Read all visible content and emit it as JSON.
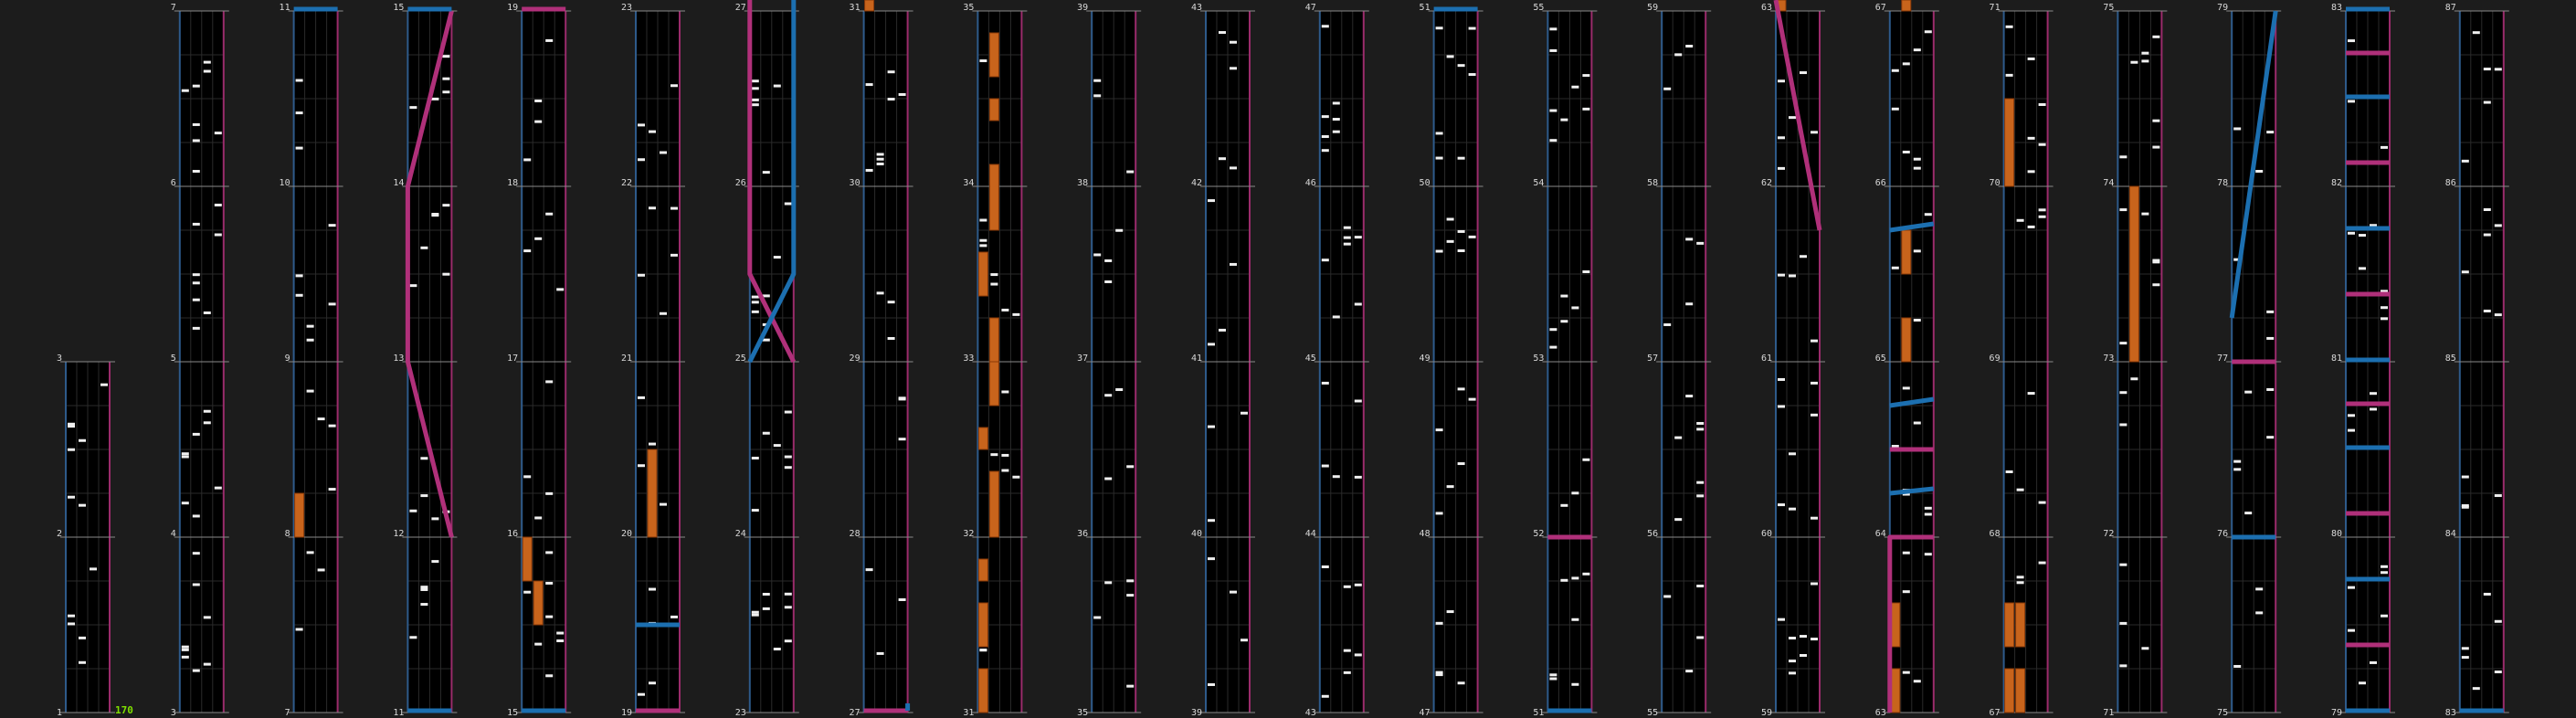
{
  "chart_data": {
    "type": "rhythm-game-chart",
    "bpm_label": "170",
    "columns": [
      {
        "measures": [
          1,
          2,
          3
        ]
      },
      {
        "measures": [
          3,
          4,
          5,
          6,
          7
        ]
      },
      {
        "measures": [
          7,
          8,
          9,
          10,
          11
        ]
      },
      {
        "measures": [
          11,
          12,
          13,
          14,
          15
        ]
      },
      {
        "measures": [
          15,
          16,
          17,
          18,
          19
        ]
      },
      {
        "measures": [
          19,
          20,
          21,
          22,
          23
        ]
      },
      {
        "measures": [
          23,
          24,
          25,
          26,
          27
        ]
      },
      {
        "measures": [
          27,
          28,
          29,
          30,
          31
        ]
      },
      {
        "measures": [
          31,
          32,
          33,
          34,
          35
        ]
      },
      {
        "measures": [
          35,
          36,
          37,
          38,
          39
        ]
      },
      {
        "measures": [
          39,
          40,
          41,
          42,
          43
        ]
      },
      {
        "measures": [
          43,
          44,
          45,
          46,
          47
        ]
      },
      {
        "measures": [
          47,
          48,
          49,
          50,
          51
        ]
      },
      {
        "measures": [
          51,
          52,
          53,
          54,
          55
        ]
      },
      {
        "measures": [
          55,
          56,
          57,
          58,
          59
        ]
      },
      {
        "measures": [
          59,
          60,
          61,
          62,
          63
        ]
      },
      {
        "measures": [
          63,
          64,
          65,
          66,
          67
        ]
      },
      {
        "measures": [
          67,
          68,
          69,
          70,
          71
        ]
      },
      {
        "measures": [
          71,
          72,
          73,
          74,
          75
        ]
      },
      {
        "measures": [
          75,
          76,
          77,
          78,
          79
        ]
      },
      {
        "measures": [
          79,
          80,
          81,
          82,
          83
        ]
      },
      {
        "measures": [
          83,
          84,
          85,
          86,
          87
        ]
      }
    ],
    "colors": {
      "background": "#1c1c1c",
      "lane_background": "#000000",
      "grid": "#2a2a2a",
      "measure_line": "#8a8a8a",
      "left_border": "#2e5a8a",
      "right_border": "#9a2b6b",
      "note": "#f0f0f0",
      "hold": "#c8641c",
      "laser_left": "#1c6fb0",
      "laser_right": "#b0307a",
      "label": "#d8d8d8",
      "bpm": "#7fe000"
    }
  }
}
